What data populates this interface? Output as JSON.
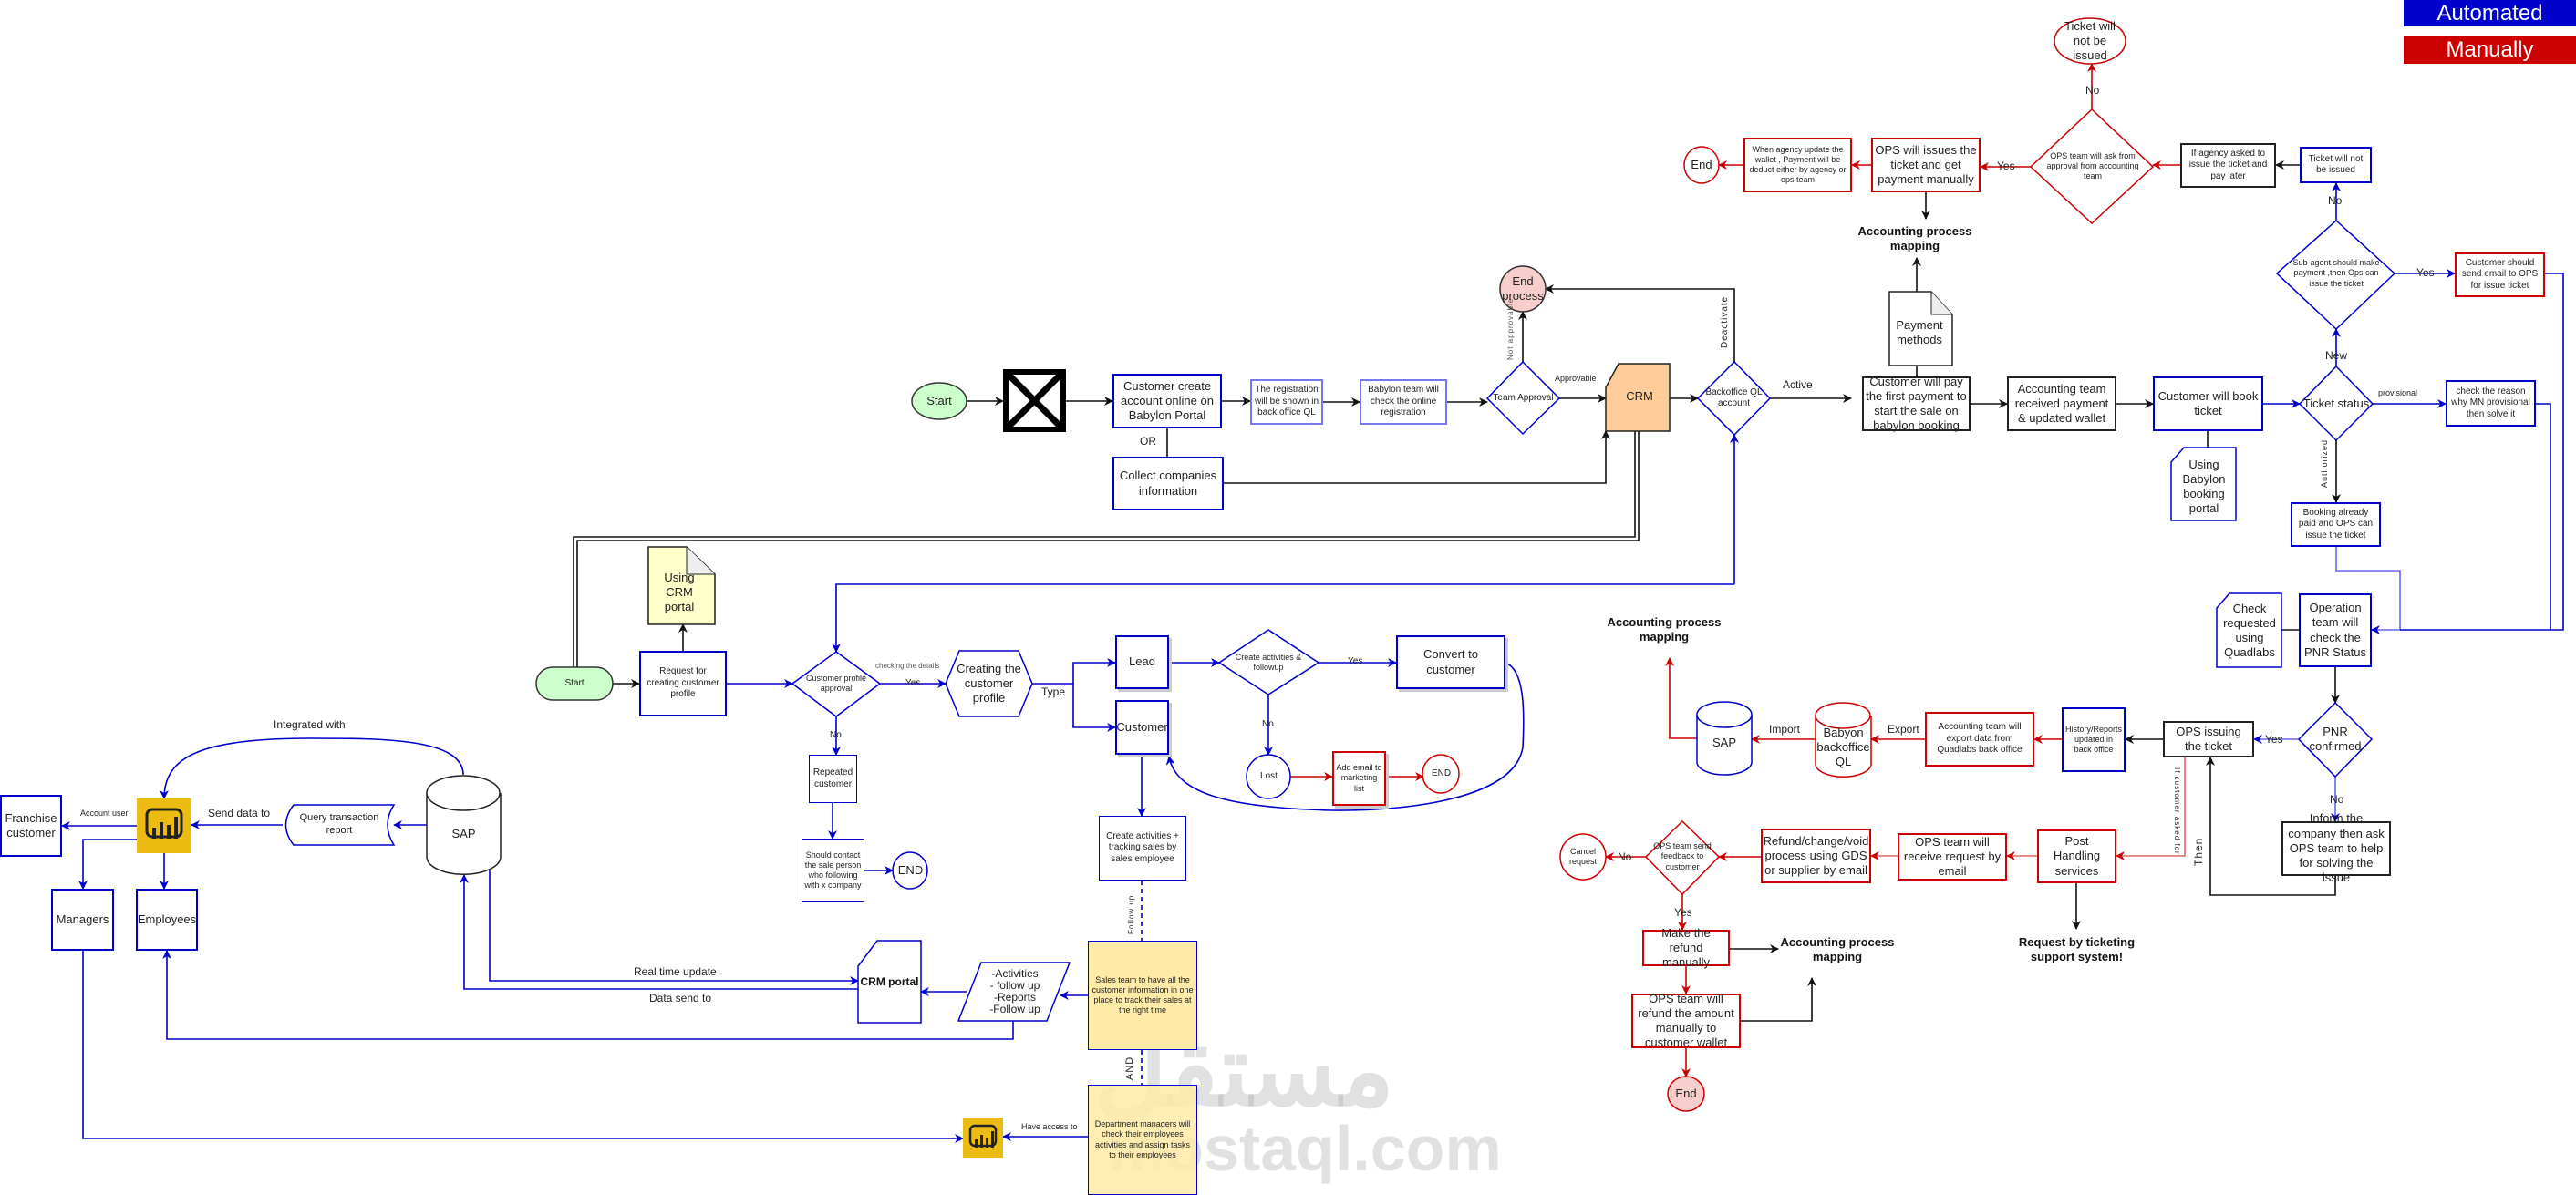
{
  "legend": {
    "automated": "Automated",
    "manually": "Manually",
    "automated_color": "#0000cc",
    "manually_color": "#cc0000"
  },
  "onboarding": {
    "start": "Start",
    "customer_create": "Customer create account online on Babylon Portal",
    "or": "OR",
    "collect": "Collect companies information",
    "registration": "The registration will be shown in back office QL",
    "babylon_check": "Babylon team will check the online registration",
    "team_approval": "Team Approval",
    "approvable": "Approvable",
    "not_approvable": "Not approvable",
    "end_process": "End process",
    "crm": "CRM",
    "backoffice": "Backoffice QL account",
    "deactivate": "Deactivate",
    "active": "Active"
  },
  "booking": {
    "first_payment": "Customer will pay the first payment to start the sale on babylon booking",
    "payment_methods": "Payment methods",
    "accounting_mapping": "Accounting process mapping",
    "accounting_received": "Accounting team received payment & updated wallet",
    "book_ticket": "Customer will book ticket",
    "using_babylon": "Using Babylon booking portal",
    "ticket_status": "Ticket status",
    "provisional": "provisional",
    "check_reason": "check the reason why MN provisional then solve it",
    "new": "New",
    "subagent": "Sub-agent should make payment ,then Ops can issue the ticket",
    "yes": "Yes",
    "no": "No",
    "customer_send_email": "Customer should send email to OPS for issue ticket",
    "ticket_not_issued_box": "Ticket will not be issued",
    "agency_asked": "If agency asked to issue the ticket and pay later",
    "ops_ask_approval": "OPS team will ask from approval from accounting team",
    "ticket_not_issued_circle": "Ticket will not be issued",
    "ops_issue_manual": "OPS will issues the ticket and get payment manually",
    "agency_update": "When agency update the wallet , Payment will be deduct either by agency or ops team",
    "end": "End",
    "authorized": "Authorized",
    "booking_paid": "Booking already paid and OPS can issue the ticket"
  },
  "operations": {
    "check_quadlabs": "Check requested using Quadlabs",
    "operation_check": "Operation team will check the PNR Status",
    "pnr_confirmed": "PNR confirmed",
    "yes": "Yes",
    "no": "No",
    "inform_company": "Inform the company then ask OPS team to help for solving the issue",
    "then": "Then",
    "ops_issuing": "OPS issuing the ticket",
    "history": "History/Reports updated in back office",
    "export_data": "Accounting team will export data from Quadlabs back office",
    "export": "Export",
    "babylon_ql": "Babyon backoffice QL",
    "import": "Import",
    "sap": "SAP",
    "accounting_mapping": "Accounting process mapping",
    "if_customer_asked": "If customer asked for",
    "post_handling": "Post Handling services",
    "ticketing_support": "Request by ticketing support system!",
    "ops_receive": "OPS team will receive request by email",
    "refund_process": "Refund/change/void process using GDS or supplier by email",
    "feedback": "OPS team send feedback to customer",
    "cancel": "Cancel request",
    "make_refund": "Make the refund manually",
    "accounting_mapping2": "Accounting process mapping",
    "ops_refund": "OPS team will refund the amount manually to customer wallet",
    "end": "End"
  },
  "crm_flow": {
    "start": "Start",
    "request_profile": "Request for creating customer profile",
    "using_crm": "Using CRM portal",
    "profile_approval": "Customer profile approval",
    "checking_details": "checking the details",
    "yes": "Yes",
    "no": "No",
    "repeated": "Repeated customer",
    "should_contact": "Should contact the sale person who following with x company",
    "end1": "END",
    "creating_profile": "Creating the customer profile",
    "type": "Type",
    "lead": "Lead",
    "customer": "Customer",
    "create_followup": "Create activities & followup",
    "convert": "Convert to customer",
    "lost": "Lost",
    "add_email": "Add email to marketing list",
    "end2": "END",
    "create_tracking": "Create activities + tracking sales by sales employee",
    "follow_up": "Follow up",
    "sales_team": "Sales team to have all the customer information in one place to track their sales at the right time",
    "and": "AND",
    "dept_managers": "Department managers will check their employees activities and assign tasks to their employees",
    "activities": [
      "-Activities",
      "- follow up",
      "-Reports",
      "-Follow up"
    ],
    "crm_portal": "CRM portal",
    "have_access": "Have access to"
  },
  "reporting": {
    "integrated_with": "Integrated with",
    "sap": "SAP",
    "query_report": "Query transaction report",
    "send_data_to": "Send data to",
    "account_user": "Account user",
    "franchise": "Franchise customer",
    "managers": "Managers",
    "employees": "Employees",
    "real_time_update": "Real time update",
    "data_send_to": "Data send to",
    "powerbi_icon": "power-bi-icon"
  },
  "watermark": {
    "arabic": "مستقل",
    "latin": "mostaql.com"
  }
}
